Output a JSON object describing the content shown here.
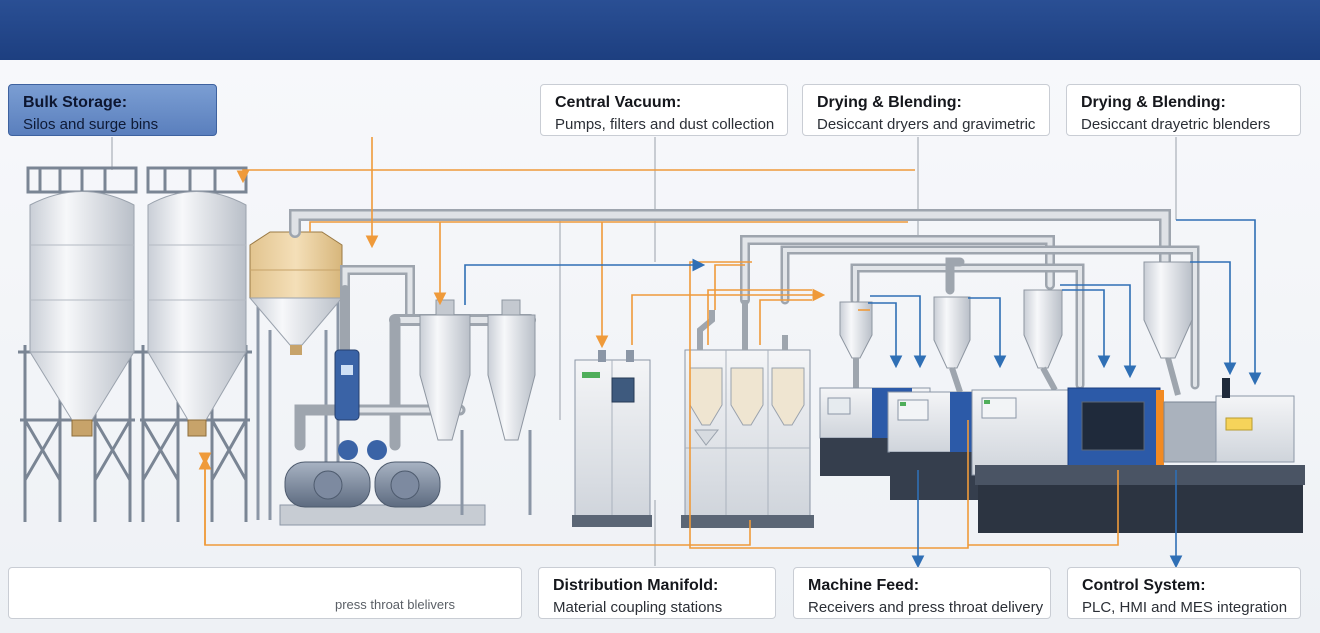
{
  "callouts": {
    "bulk_storage": {
      "title": "Bulk Storage:",
      "subtitle": "Silos and surge bins"
    },
    "central_vacuum": {
      "title": "Central Vacuum:",
      "subtitle": "Pumps, filters and dust collection"
    },
    "drying_blending_1": {
      "title": "Drying & Blending:",
      "subtitle": "Desiccant dryers and gravimetric"
    },
    "drying_blending_2": {
      "title": "Drying & Blending:",
      "subtitle": "Desiccant drayetric blenders"
    },
    "distribution_manifold": {
      "title": "Distribution Manifold:",
      "subtitle": "Material coupling stations"
    },
    "machine_feed": {
      "title": "Machine Feed:",
      "subtitle": "Receivers and press throat delivery"
    },
    "control_system": {
      "title": "Control System:",
      "subtitle": "PLC, HMI and MES integration"
    },
    "faint_label": "press throat blelivers"
  },
  "colors": {
    "header": "#1d3f80",
    "active_callout": "#6a8fca",
    "orange_flow": "#ef9a3a",
    "blue_flow": "#2f6fb5",
    "pipe": "#bfc4cb",
    "steel": "#8b96a6",
    "press_blue": "#2c5aa8",
    "press_orange": "#f28a22"
  },
  "icons": [
    "silo-icon",
    "surge-bin-icon",
    "vacuum-pump-icon",
    "cyclone-filter-icon",
    "control-cabinet-icon",
    "dryer-blender-icon",
    "hopper-receiver-icon",
    "injection-press-icon"
  ]
}
